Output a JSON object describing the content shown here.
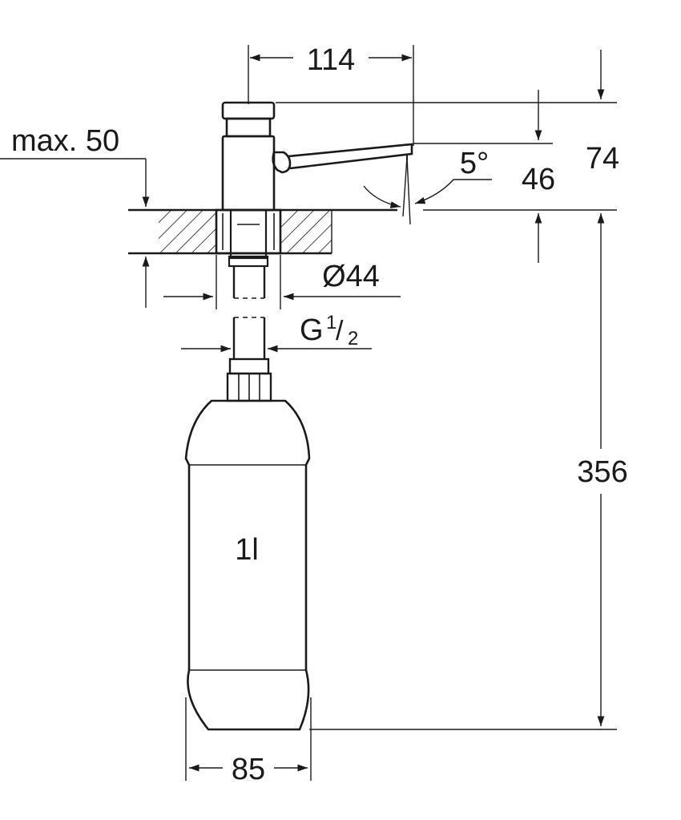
{
  "dimensions": {
    "spout_reach": "114",
    "max_counter_thickness": "max. 50",
    "angle": "5°",
    "height_74": "74",
    "height_46": "46",
    "hole_diameter": "Ø44",
    "thread": {
      "prefix": "G",
      "num": "1",
      "slash": "/",
      "den": "2"
    },
    "total_height": "356",
    "bottle_width": "85",
    "bottle_volume": "1l"
  },
  "colors": {
    "line": "#1a1a1a",
    "background": "#ffffff"
  }
}
